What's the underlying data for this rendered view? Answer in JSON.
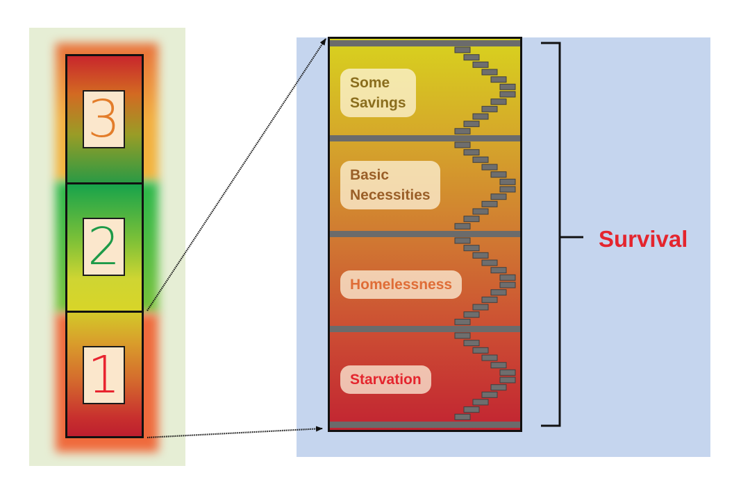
{
  "levels": [
    {
      "digit": "1",
      "color": "#e8242f"
    },
    {
      "digit": "2",
      "color": "#1e9a48"
    },
    {
      "digit": "3",
      "color": "#e37d2a"
    }
  ],
  "floors": [
    {
      "lines": [
        "Some",
        "Savings"
      ],
      "color": "#8a6d1d"
    },
    {
      "lines": [
        "Basic",
        "Necessities"
      ],
      "color": "#9a5f28"
    },
    {
      "lines": [
        "Homelessness"
      ],
      "color": "#df6d37"
    },
    {
      "lines": [
        "Starvation"
      ],
      "color": "#e4252e"
    }
  ],
  "bracket": {
    "label": "Survival",
    "color": "#e4252e"
  }
}
